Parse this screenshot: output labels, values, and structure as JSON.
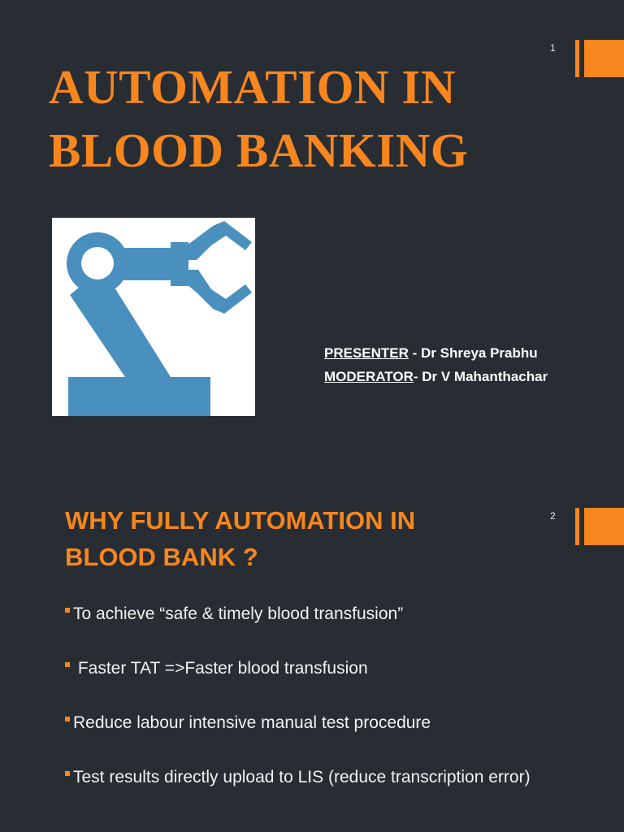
{
  "slide1": {
    "number": "1",
    "title_lines": [
      "AUTOMATION IN",
      "BLOOD BANKING"
    ],
    "presenter_label": "PRESENTER",
    "presenter_text": " - Dr Shreya Prabhu",
    "moderator_label": "MODERATOR",
    "moderator_text": "- Dr V Mahanthachar",
    "image_icon": "robotic-arm-icon",
    "icon_color": "#4a90bf"
  },
  "slide2": {
    "number": "2",
    "title_lines": [
      "WHY FULLY AUTOMATION IN",
      "BLOOD BANK ?"
    ],
    "bullets": [
      "To achieve “safe & timely blood transfusion”",
      " Faster TAT =>Faster blood transfusion",
      "Reduce labour intensive manual test procedure",
      "Test results directly upload to LIS (reduce transcription error)"
    ]
  },
  "colors": {
    "background": "#282d33",
    "accent": "#f7861e",
    "text": "#ffffff"
  }
}
